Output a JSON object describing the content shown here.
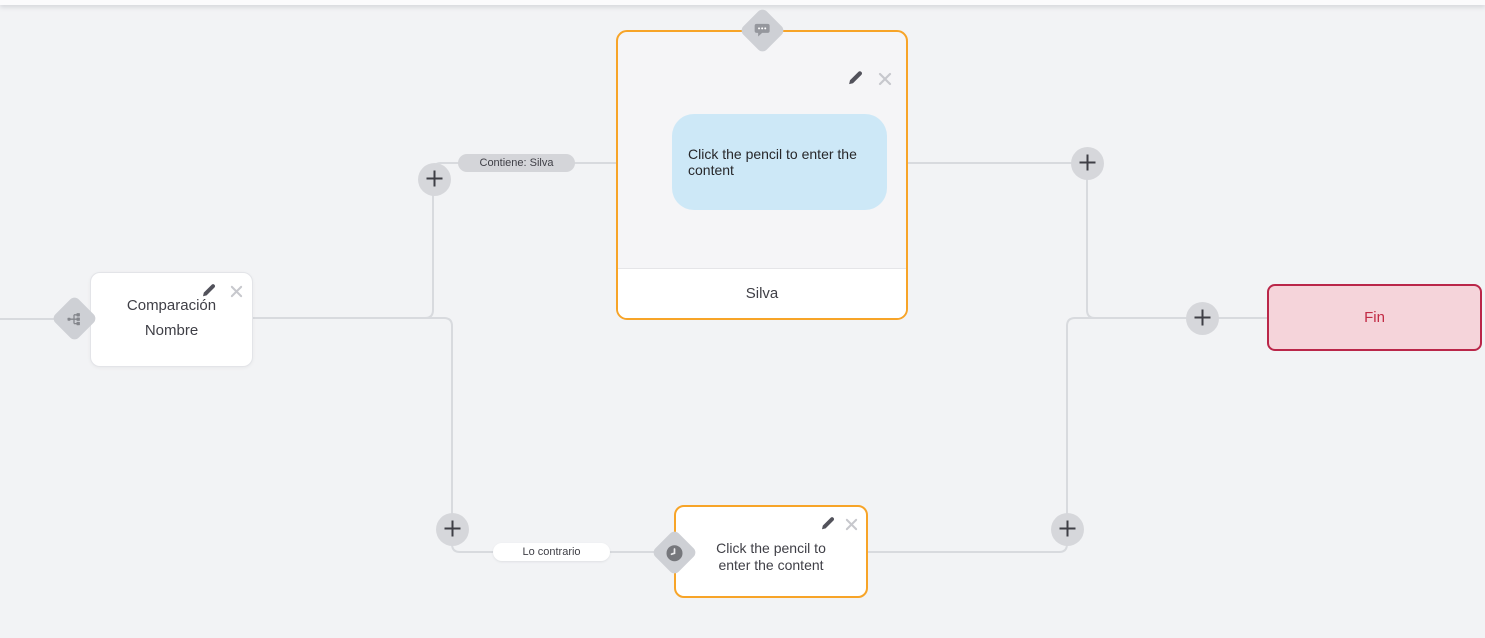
{
  "colors": {
    "canvas_bg": "#f2f3f5",
    "connector": "#d8dade",
    "accent_orange": "#f7a428",
    "bubble_blue": "#cde8f7",
    "pill_gray": "#d4d5d9",
    "port_gray": "#ced0d5",
    "end_bg": "#f5d4da",
    "end_border": "#ba2649",
    "end_text": "#c22b45",
    "text_dark": "#3f3f46",
    "icon_muted": "#95979d",
    "close_gray": "#c7c8cd"
  },
  "nodes": {
    "comparison": {
      "title": "Comparación",
      "subtitle": "Nombre"
    },
    "message": {
      "placeholder": "Click the pencil to enter the content",
      "footer_label": "Silva"
    },
    "otherwise": {
      "placeholder": "Click the pencil to enter the content"
    },
    "end": {
      "label": "Fin"
    }
  },
  "edge_labels": {
    "contains": "Contiene: Silva",
    "otherwise": "Lo contrario"
  },
  "icons": {
    "comparison_badge": "sitemap-icon",
    "message_badge": "chat-bubble-icon",
    "otherwise_badge": "clock-icon",
    "edit": "pencil-icon",
    "remove": "close-icon",
    "add": "plus-icon"
  }
}
